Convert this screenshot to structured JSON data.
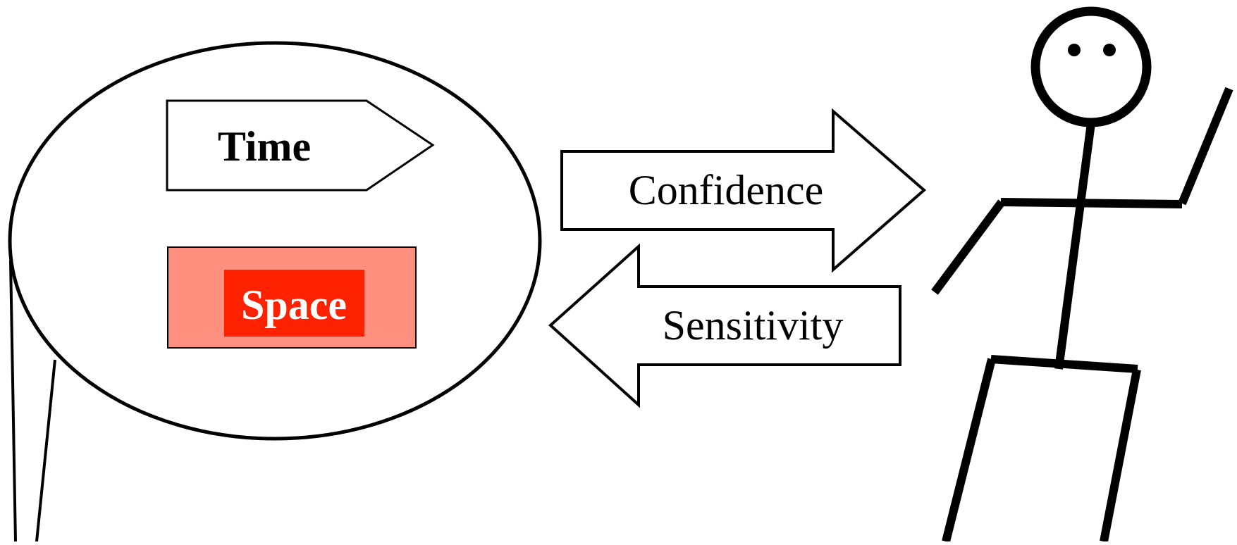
{
  "diagram": {
    "labels": {
      "time": "Time",
      "space": "Space",
      "confidence": "Confidence",
      "sensitivity": "Sensitivity"
    },
    "colors": {
      "stroke": "#000000",
      "background": "#ffffff",
      "space_box_fill": "#ff9080",
      "space_label_fill": "#ff2200",
      "space_label_text": "#ffffff",
      "text": "#000000"
    },
    "icons": {
      "person": "stick-figure-icon"
    }
  }
}
